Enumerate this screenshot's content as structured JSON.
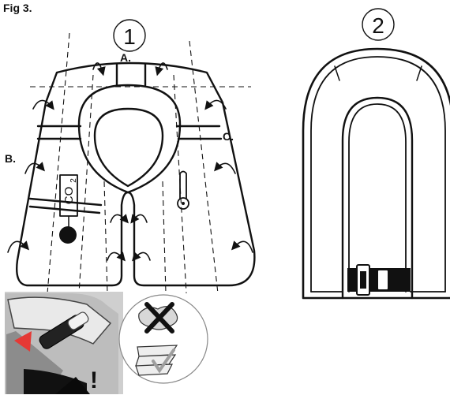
{
  "figure_title": "Fig 3.",
  "step_labels": {
    "step1": "1",
    "step2": "2"
  },
  "points": {
    "a": "A.",
    "b": "B.",
    "c": "C."
  },
  "cylinder_label": "CO",
  "cylinder_sub": "2",
  "warning_mark": "!"
}
